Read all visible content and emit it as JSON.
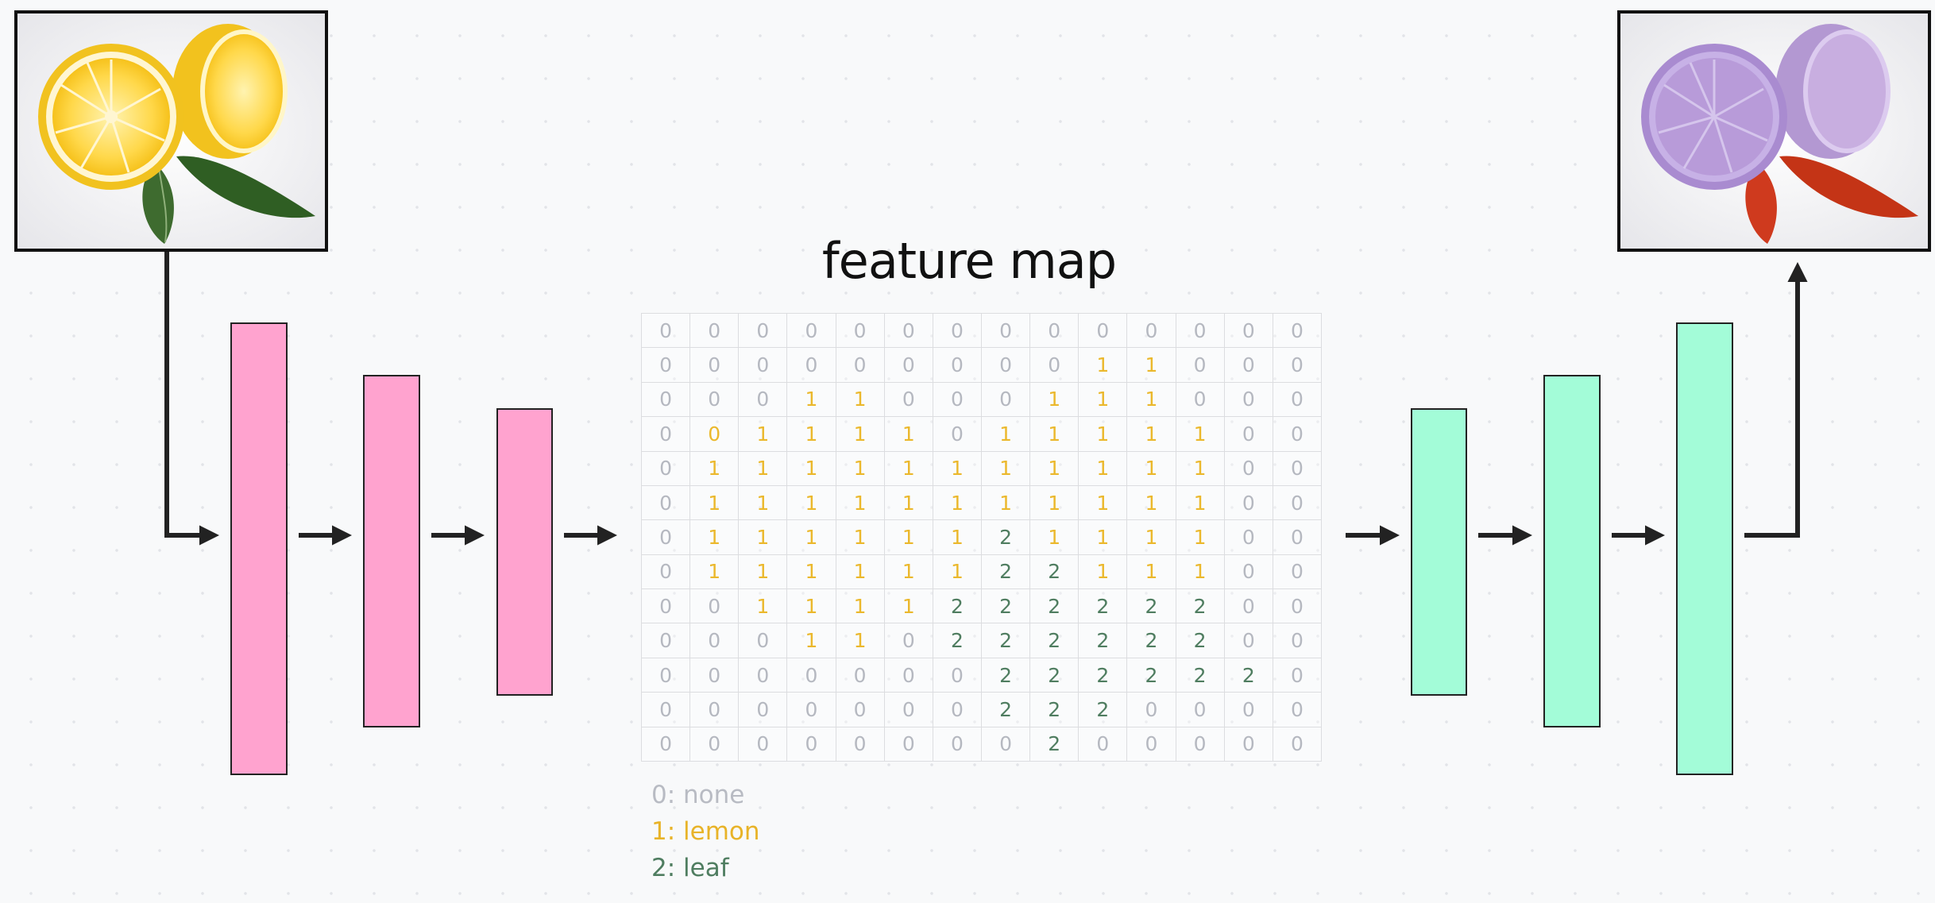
{
  "feature_map": {
    "title": "feature map",
    "grid": [
      [
        0,
        0,
        0,
        0,
        0,
        0,
        0,
        0,
        0,
        0,
        0,
        0,
        0,
        0
      ],
      [
        0,
        0,
        0,
        0,
        0,
        0,
        0,
        0,
        0,
        1,
        1,
        0,
        0,
        0
      ],
      [
        0,
        0,
        0,
        1,
        1,
        0,
        0,
        0,
        1,
        1,
        1,
        0,
        0,
        0
      ],
      [
        0,
        0,
        1,
        1,
        1,
        1,
        0,
        1,
        1,
        1,
        1,
        1,
        0,
        0
      ],
      [
        0,
        1,
        1,
        1,
        1,
        1,
        1,
        1,
        1,
        1,
        1,
        1,
        0,
        0
      ],
      [
        0,
        1,
        1,
        1,
        1,
        1,
        1,
        1,
        1,
        1,
        1,
        1,
        0,
        0
      ],
      [
        0,
        1,
        1,
        1,
        1,
        1,
        1,
        2,
        1,
        1,
        1,
        1,
        0,
        0
      ],
      [
        0,
        1,
        1,
        1,
        1,
        1,
        1,
        2,
        2,
        1,
        1,
        1,
        0,
        0
      ],
      [
        0,
        0,
        1,
        1,
        1,
        1,
        2,
        2,
        2,
        2,
        2,
        2,
        0,
        0
      ],
      [
        0,
        0,
        0,
        1,
        1,
        0,
        2,
        2,
        2,
        2,
        2,
        2,
        0,
        0
      ],
      [
        0,
        0,
        0,
        0,
        0,
        0,
        0,
        2,
        2,
        2,
        2,
        2,
        2,
        0
      ],
      [
        0,
        0,
        0,
        0,
        0,
        0,
        0,
        2,
        2,
        2,
        0,
        0,
        0,
        0
      ],
      [
        0,
        0,
        0,
        0,
        0,
        0,
        0,
        0,
        2,
        0,
        0,
        0,
        0,
        0
      ]
    ],
    "cell_colors": [
      1,
      1,
      1,
      1,
      1,
      1,
      1,
      1,
      1,
      1,
      1,
      1,
      1
    ]
  },
  "legend": {
    "none": "0: none",
    "lemon": "1: lemon",
    "leaf": "2: leaf"
  },
  "colors": {
    "encoder_layer": "#ffa3cf",
    "decoder_layer": "#a3fcd8",
    "class_none": "#b5b8c0",
    "class_lemon": "#ebb82c",
    "class_leaf": "#4f7d60",
    "arrow": "#222222"
  },
  "images": {
    "input": "lemon-photo",
    "output": "segmented-lemon-photo"
  }
}
